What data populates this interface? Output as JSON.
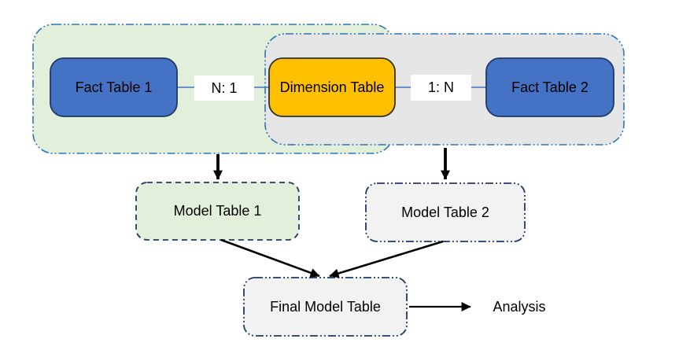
{
  "nodes": {
    "fact_table_1": "Fact Table 1",
    "dimension_table": "Dimension Table",
    "fact_table_2": "Fact Table 2",
    "model_table_1": "Model Table 1",
    "model_table_2": "Model Table 2",
    "final_model_table": "Final Model Table",
    "analysis": "Analysis"
  },
  "relations": {
    "fact1_to_dimension": "N: 1",
    "dimension_to_fact2": "1: N"
  },
  "colors": {
    "fact_table_fill": "#4472C4",
    "fact_table_border": "#1F3864",
    "dimension_fill": "#FFC000",
    "dimension_border": "#2F2F2F",
    "green_group_fill": "#E2EFDA",
    "gray_group_fill": "#E7E6E6",
    "light_box_fill": "#F2F2F2",
    "group_border": "#2E75B6",
    "dashed_box_border": "#1F3864",
    "connector_line": "#4472C4",
    "arrow": "#000000",
    "relation_label_bg": "#FFFFFF"
  }
}
